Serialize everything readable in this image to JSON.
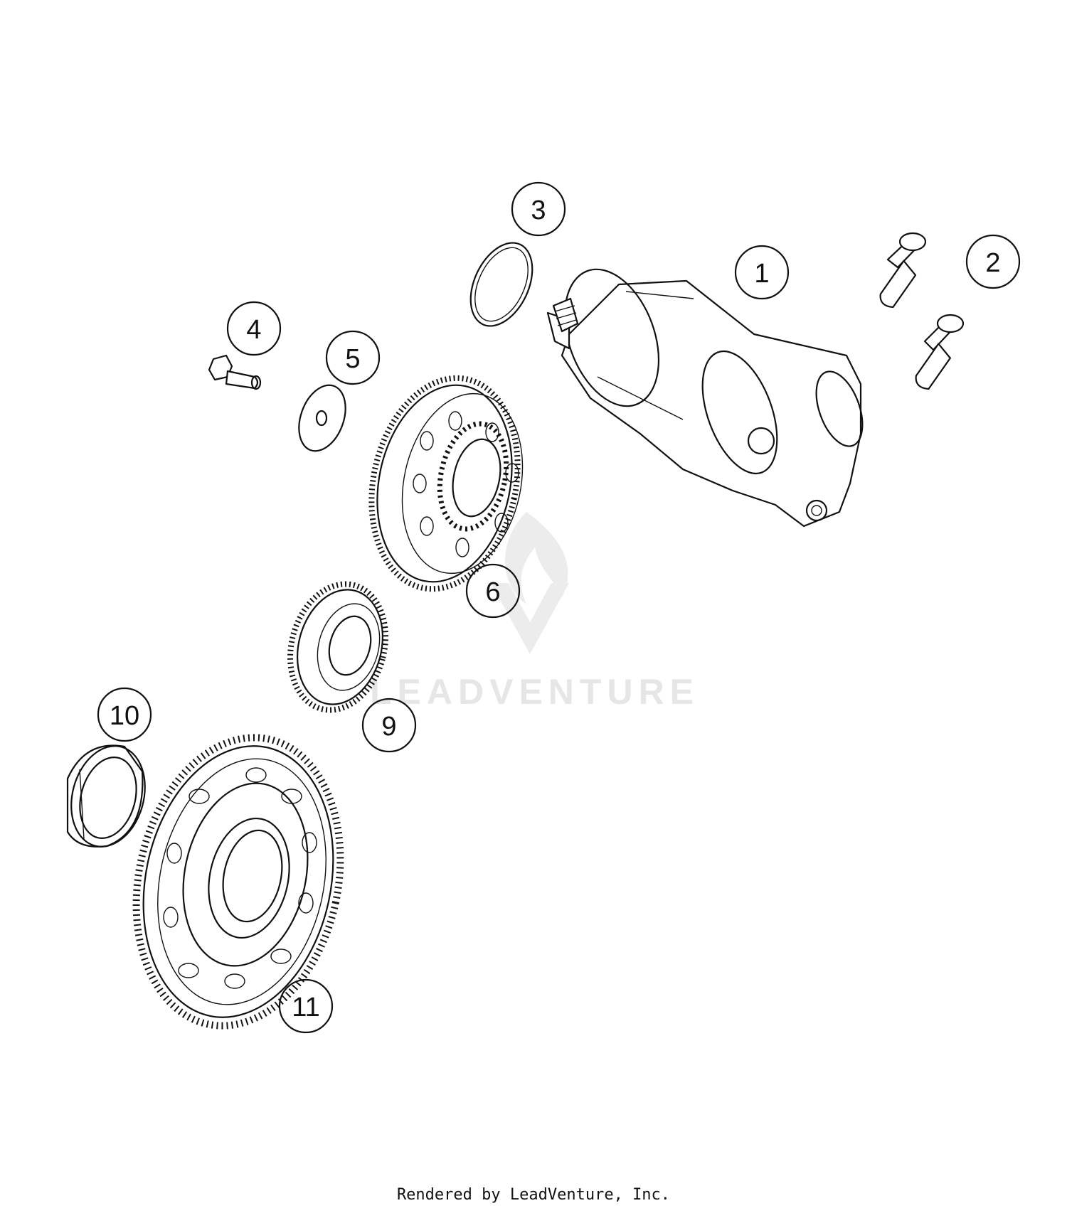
{
  "diagram": {
    "watermark_text": "LEADVENTURE",
    "callouts": [
      {
        "id": "1",
        "label": "1"
      },
      {
        "id": "2",
        "label": "2"
      },
      {
        "id": "3",
        "label": "3"
      },
      {
        "id": "4",
        "label": "4"
      },
      {
        "id": "5",
        "label": "5"
      },
      {
        "id": "6",
        "label": "6"
      },
      {
        "id": "9",
        "label": "9"
      },
      {
        "id": "10",
        "label": "10"
      },
      {
        "id": "11",
        "label": "11"
      }
    ]
  },
  "footer": {
    "text": "Rendered by LeadVenture, Inc."
  }
}
